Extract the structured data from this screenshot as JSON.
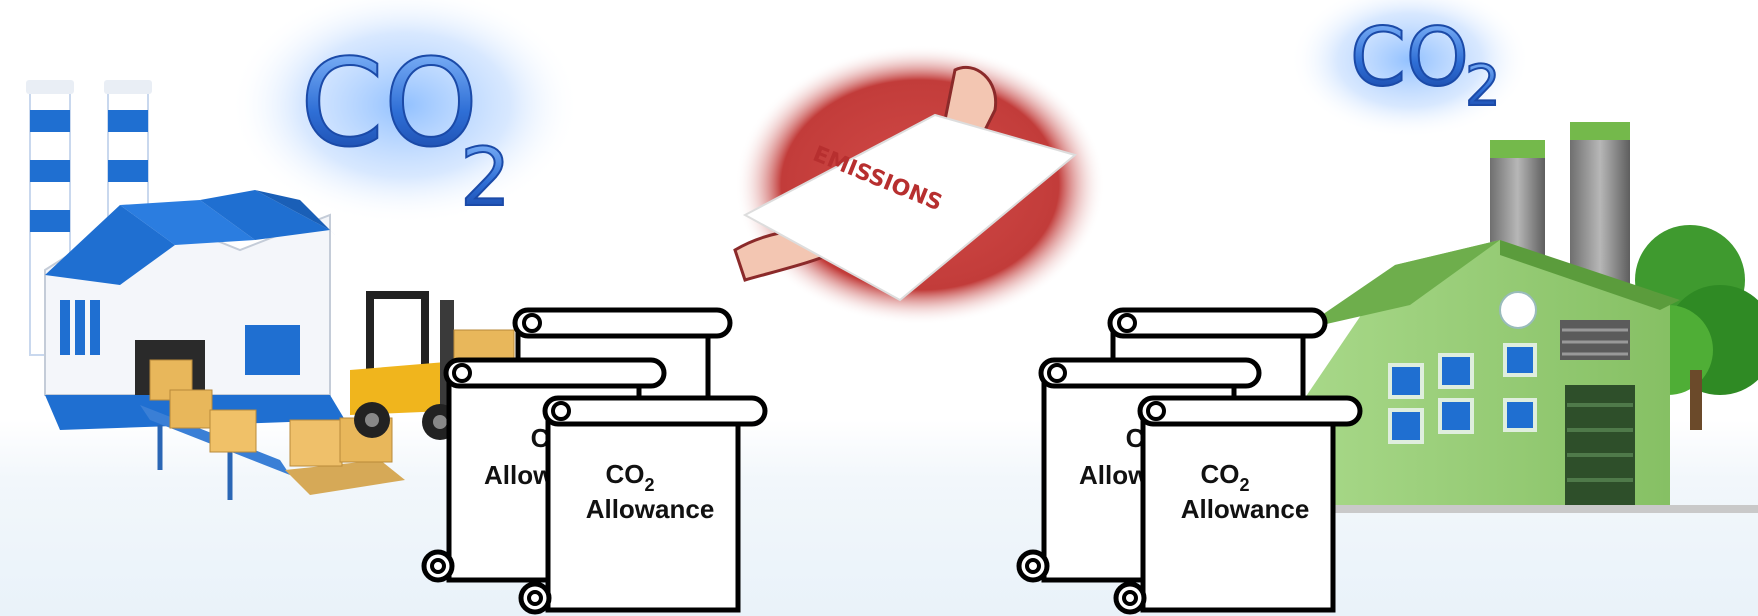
{
  "co2_cloud_left": {
    "main": "CO",
    "sub": "2"
  },
  "co2_cloud_right": {
    "main": "CO",
    "sub": "2"
  },
  "emissions_paper_text": "EMISSIONS",
  "allowance": {
    "co_text": "CO",
    "sub": "2",
    "label": "Allowance",
    "partial_co": "C",
    "partial_label": "Allow"
  },
  "colors": {
    "blue_factory": "#1f6fd1",
    "green_factory": "#8cc56a",
    "emissions_circle": "#c8403f",
    "co2_text": "#2f6fd6"
  }
}
